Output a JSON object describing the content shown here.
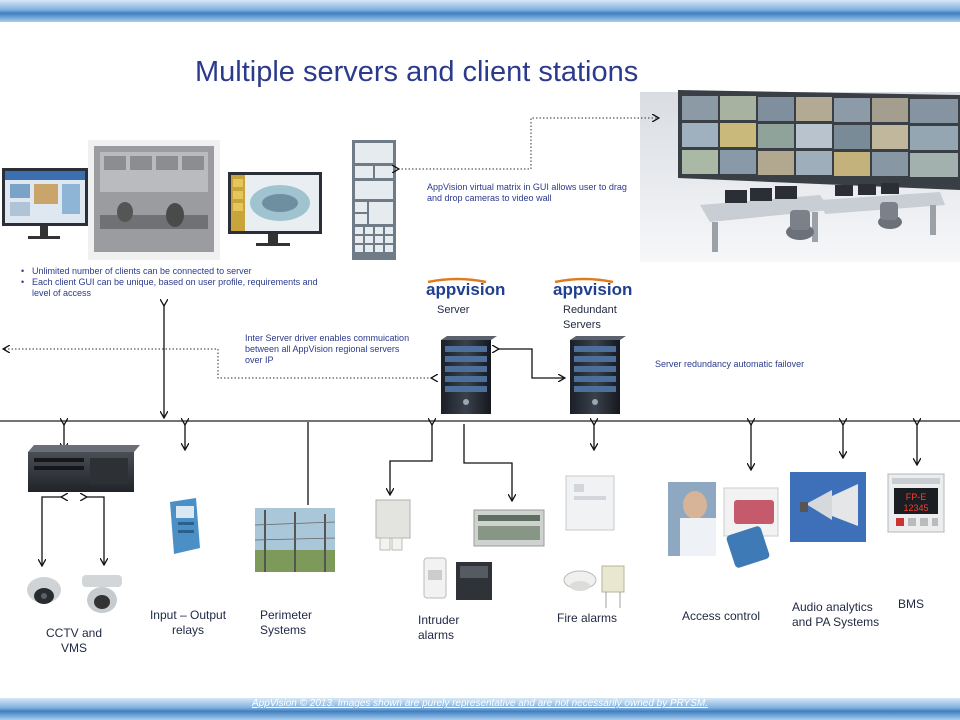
{
  "title": "Multiple servers and client stations",
  "notes": {
    "virtual_matrix": "AppVision virtual matrix in GUI allows user to drag and drop cameras to video wall",
    "inter_server": "Inter Server driver enables commuication between all AppVision regional servers over IP",
    "redundancy": "Server redundancy automatic failover"
  },
  "bullets": [
    "Unlimited number of clients can be connected to server",
    "Each client GUI can be unique, based on user profile, requirements and level of access"
  ],
  "logos": {
    "appvision": "appvision"
  },
  "servers": {
    "server_label": "Server",
    "redundant_label": "Redundant Servers"
  },
  "devices": [
    {
      "label": "CCTV  and VMS"
    },
    {
      "label": "Input – Output relays"
    },
    {
      "label": "Perimeter Systems"
    },
    {
      "label": "Intruder alarms"
    },
    {
      "label": "Fire alarms"
    },
    {
      "label": "Access control"
    },
    {
      "label": "Audio analytics and PA Systems"
    },
    {
      "label": "BMS"
    }
  ],
  "bms_display": {
    "line1": "FP-E",
    "line2": "12345"
  },
  "footer": "AppVision © 2013. Images shown are purely representative and are not necessarily owned by PRYSM.",
  "colors": {
    "title": "#2b3a8c",
    "band": "#4f8fd0",
    "line": "#222222"
  }
}
